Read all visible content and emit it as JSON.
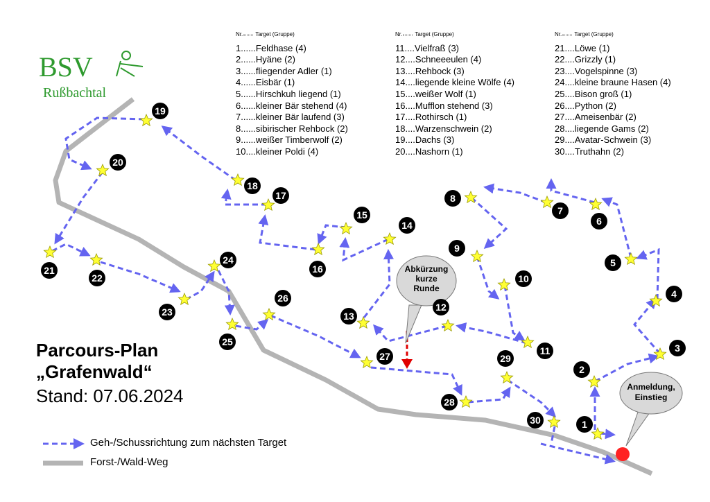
{
  "logo": {
    "initials": "BSV",
    "name": "Rußbachtal"
  },
  "title": {
    "line1": "Parcours-Plan",
    "line2": "„Grafenwald“",
    "stand": "Stand: 07.06.2024"
  },
  "target_list": {
    "header_nr": "Nr.",
    "header_target": "Target (Gruppe)",
    "columns": [
      [
        {
          "nr": "1......",
          "name": "Feldhase (4)"
        },
        {
          "nr": "2......",
          "name": "Hyäne (2)"
        },
        {
          "nr": "3......",
          "name": "fliegender Adler (1)"
        },
        {
          "nr": "4......",
          "name": "Eisbär (1)"
        },
        {
          "nr": "5......",
          "name": "Hirschkuh liegend (1)"
        },
        {
          "nr": "6......",
          "name": "kleiner Bär stehend (4)"
        },
        {
          "nr": "7......",
          "name": "kleiner Bär laufend (3)"
        },
        {
          "nr": "8......",
          "name": "sibirischer Rehbock (2)"
        },
        {
          "nr": "9......",
          "name": "weißer Timberwolf (2)"
        },
        {
          "nr": "10....",
          "name": "kleiner Poldi (4)"
        }
      ],
      [
        {
          "nr": "11....",
          "name": "Vielfraß (3)"
        },
        {
          "nr": "12....",
          "name": "Schneeeulen (4)"
        },
        {
          "nr": "13....",
          "name": "Rehbock (3)"
        },
        {
          "nr": "14....",
          "name": "liegende kleine Wölfe (4)"
        },
        {
          "nr": "15....",
          "name": "weißer Wolf (1)"
        },
        {
          "nr": "16....",
          "name": "Mufflon stehend (3)"
        },
        {
          "nr": "17....",
          "name": "Rothirsch (1)"
        },
        {
          "nr": "18....",
          "name": "Warzenschwein (2)"
        },
        {
          "nr": "19....",
          "name": "Dachs (3)"
        },
        {
          "nr": "20....",
          "name": "Nashorn (1)"
        }
      ],
      [
        {
          "nr": "21....",
          "name": "Löwe (1)"
        },
        {
          "nr": "22....",
          "name": "Grizzly (1)"
        },
        {
          "nr": "23....",
          "name": "Vogelspinne (3)"
        },
        {
          "nr": "24....",
          "name": "kleine braune Hasen (4)"
        },
        {
          "nr": "25....",
          "name": "Bison groß (1)"
        },
        {
          "nr": "26....",
          "name": "Python (2)"
        },
        {
          "nr": "27....",
          "name": "Ameisenbär (2)"
        },
        {
          "nr": "28....",
          "name": "liegende Gams (2)"
        },
        {
          "nr": "29....",
          "name": "Avatar-Schwein (3)"
        },
        {
          "nr": "30....",
          "name": "Truthahn (2)"
        }
      ]
    ]
  },
  "callouts": {
    "shortcut": [
      "Abkürzung",
      "kurze",
      "Runde"
    ],
    "registration": [
      "Anmeldung,",
      "Einstieg"
    ]
  },
  "legend": {
    "route": "Geh-/Schussrichtung zum nächsten Target",
    "path": "Forst-/Wald-Weg"
  },
  "colors": {
    "route_arrow": "#6464f0",
    "forest_path": "#b4b4b4",
    "target_star": "#ffff33",
    "marker_circle": "#000000",
    "registration_point": "#ff2222",
    "shortcut_arrow": "#e00000",
    "logo": "#2e9a2e"
  },
  "targets": [
    "1",
    "2",
    "3",
    "4",
    "5",
    "6",
    "7",
    "8",
    "9",
    "10",
    "11",
    "12",
    "13",
    "14",
    "15",
    "16",
    "17",
    "18",
    "19",
    "20",
    "21",
    "22",
    "23",
    "24",
    "25",
    "26",
    "27",
    "28",
    "29",
    "30"
  ]
}
